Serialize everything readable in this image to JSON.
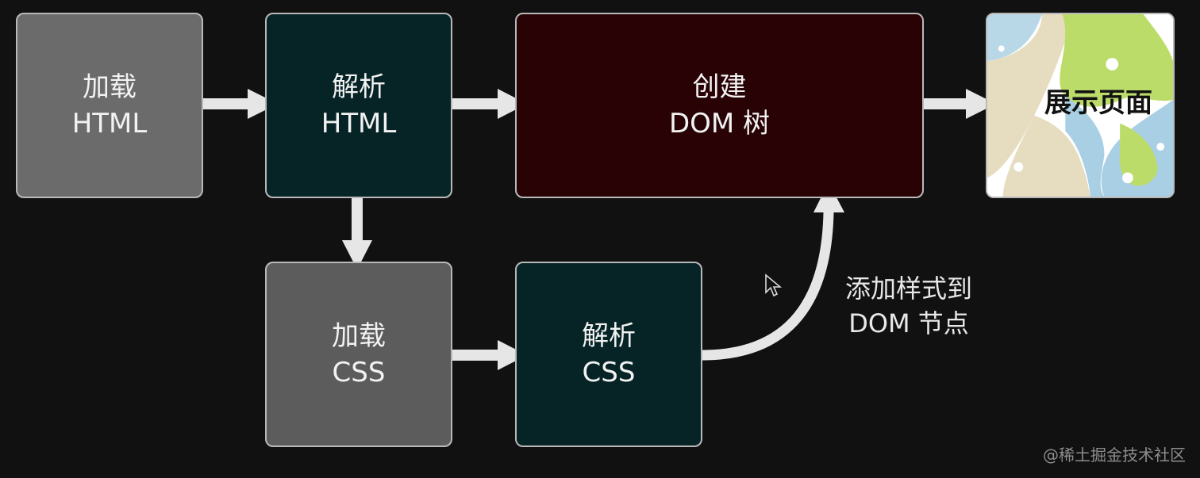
{
  "nodes": {
    "load_html": {
      "line1": "加载",
      "line2": "HTML"
    },
    "parse_html": {
      "line1": "解析",
      "line2": "HTML"
    },
    "create_dom": {
      "line1": "创建",
      "line2": "DOM 树"
    },
    "display_page": {
      "label": "展示页面"
    },
    "load_css": {
      "line1": "加载",
      "line2": "CSS"
    },
    "parse_css": {
      "line1": "解析",
      "line2": "CSS"
    }
  },
  "edge_label": {
    "line1": "添加样式到",
    "line2": "DOM 节点"
  },
  "watermark": "@稀土掘金技术社区",
  "colors": {
    "background": "#111111",
    "load_box": "#6b6b6b",
    "parse_box": "#062326",
    "dom_box": "#280204",
    "arrow": "#e6e6e6"
  },
  "icons": [
    "arrow-right-icon",
    "arrow-down-icon",
    "curved-arrow-up-icon",
    "mouse-cursor-icon",
    "colorful-page-illustration"
  ]
}
